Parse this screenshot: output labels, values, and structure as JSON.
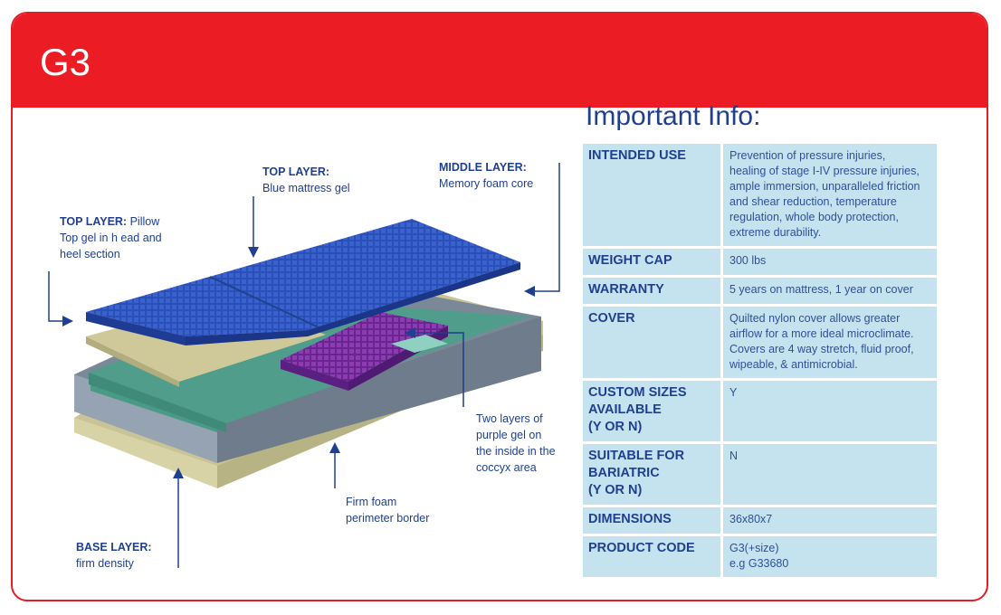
{
  "header": {
    "title": "G3"
  },
  "diagram": {
    "callouts": [
      {
        "id": "top-pillow",
        "heading": "TOP LAYER:",
        "text_inline": "Pillow",
        "lines": [
          "Top gel in h ead and",
          "heel section"
        ]
      },
      {
        "id": "top-blue",
        "heading": "TOP LAYER:",
        "lines": [
          "Blue mattress gel"
        ]
      },
      {
        "id": "middle",
        "heading": "MIDDLE LAYER:",
        "lines": [
          "Memory foam core"
        ]
      },
      {
        "id": "purple",
        "lines": [
          "Two layers of",
          "purple gel on",
          "the inside in the",
          "coccyx area"
        ]
      },
      {
        "id": "border",
        "lines": [
          "Firm foam",
          "perimeter border"
        ]
      },
      {
        "id": "base",
        "heading": "BASE LAYER:",
        "lines": [
          "firm density"
        ]
      }
    ],
    "colors": {
      "blue_gel": "#2a4fb8",
      "purple_gel": "#7a2fa0",
      "memory_foam": "#4a9a88",
      "border_foam": "#6f7f8f",
      "base": "#cfc99a",
      "arrow": "#1f3f8f"
    }
  },
  "info": {
    "title": "Important Info:",
    "rows": [
      {
        "label_lines": [
          "INTENDED USE"
        ],
        "value_lines": [
          "Prevention of pressure injuries,",
          "healing of stage I-IV pressure injuries,",
          "ample immersion, unparalleled friction",
          "and shear reduction, temperature",
          "regulation, whole body protection,",
          "extreme durability."
        ]
      },
      {
        "label_lines": [
          "WEIGHT CAP"
        ],
        "value_lines": [
          "300 lbs"
        ]
      },
      {
        "label_lines": [
          "WARRANTY"
        ],
        "value_lines": [
          "5 years on mattress, 1 year on cover"
        ]
      },
      {
        "label_lines": [
          "COVER"
        ],
        "value_lines": [
          "Quilted nylon cover allows greater",
          "airflow for a more ideal microclimate.",
          "Covers are 4 way stretch, fluid proof,",
          "wipeable, & antimicrobial."
        ]
      },
      {
        "label_lines": [
          "CUSTOM SIZES",
          "AVAILABLE",
          "(Y OR N)"
        ],
        "value_lines": [
          "Y"
        ]
      },
      {
        "label_lines": [
          "SUITABLE FOR",
          "BARIATRIC",
          "(Y OR N)"
        ],
        "value_lines": [
          "N"
        ]
      },
      {
        "label_lines": [
          "DIMENSIONS"
        ],
        "value_lines": [
          "36x80x7"
        ]
      },
      {
        "label_lines": [
          "PRODUCT CODE"
        ],
        "value_lines": [
          "G3(+size)",
          "e.g G33680"
        ]
      }
    ]
  },
  "colors": {
    "header_red": "#ec1c24",
    "cell_bg": "#c5e3ef",
    "text_blue": "#1f3f8f"
  }
}
